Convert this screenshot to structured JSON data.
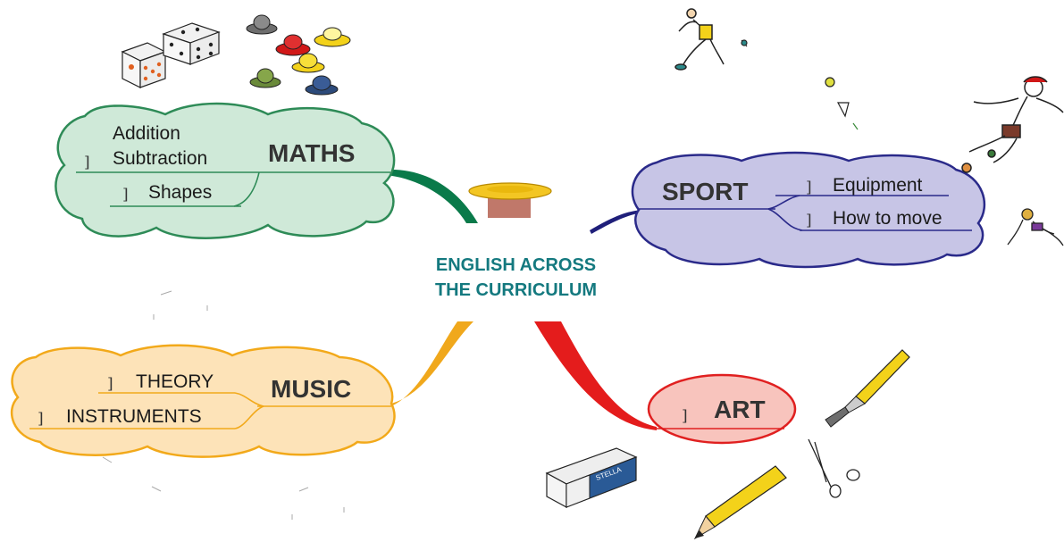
{
  "center": {
    "line1": "ENGLISH ACROSS",
    "line2": "THE CURRICULUM",
    "color": "#14797f"
  },
  "branches": {
    "maths": {
      "title": "MATHS",
      "items": [
        "Addition",
        "Subtraction",
        "Shapes"
      ],
      "fill": "#cfe9d8",
      "stroke": "#2e8b57"
    },
    "sport": {
      "title": "SPORT",
      "items": [
        "Equipment",
        "How to move"
      ],
      "fill": "#c7c5e6",
      "stroke": "#2a2a8a"
    },
    "music": {
      "title": "MUSIC",
      "items": [
        "THEORY",
        "INSTRUMENTS"
      ],
      "fill": "#fde3b8",
      "stroke": "#f2a91a"
    },
    "art": {
      "title": "ART",
      "items": [],
      "fill": "#f8c4bd",
      "stroke": "#e02020"
    }
  },
  "bracket_glyph": "]",
  "illustrations": [
    "dice-icon",
    "hats-icon",
    "hat-icon",
    "runner-icon",
    "badminton-icon",
    "jumping-boy-icon",
    "swimmer-icon",
    "paintbrush-icon",
    "pencil-icon",
    "eraser-icon",
    "scissors-icon"
  ],
  "eraser_brand": "STELLA"
}
